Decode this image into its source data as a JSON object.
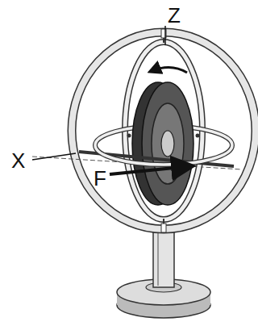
{
  "diagram": {
    "labels": [
      "Z",
      "X",
      "F"
    ]
  }
}
